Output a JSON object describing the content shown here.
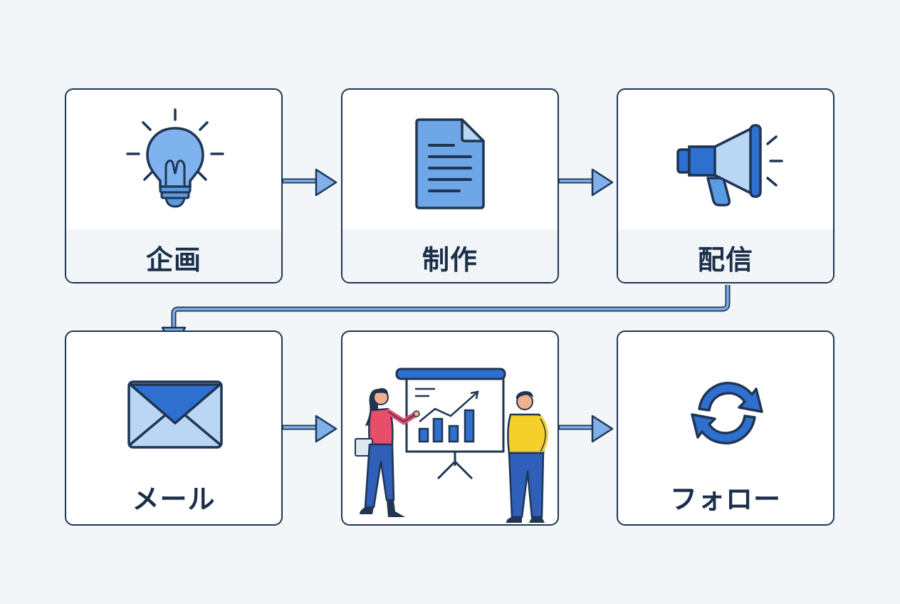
{
  "steps": [
    {
      "label": "企画",
      "icon": "lightbulb-icon"
    },
    {
      "label": "制作",
      "icon": "document-icon"
    },
    {
      "label": "配信",
      "icon": "megaphone-icon"
    },
    {
      "label": "メール",
      "icon": "envelope-icon"
    },
    {
      "label": "",
      "icon": "presentation-illustration"
    },
    {
      "label": "フォロー",
      "icon": "refresh-icon"
    }
  ],
  "colors": {
    "outline": "#1e3553",
    "icon_fill": "#5b9be3",
    "icon_fill_light": "#b9d6f5",
    "arrow": "#4a88d8",
    "label": "#1b2f4a"
  }
}
